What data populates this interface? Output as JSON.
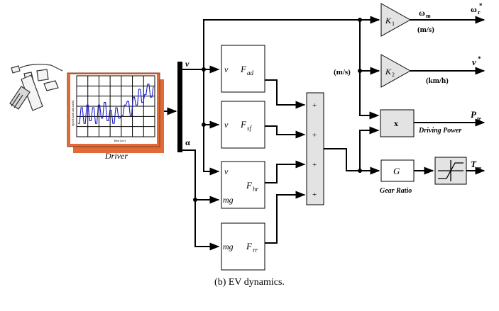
{
  "driver": {
    "label": "Driver",
    "monitor_xlabel": "Time (sec)",
    "monitor_ylabel": "Speed (kmh and km/h)",
    "trace": [
      0.2,
      0.2,
      0.5,
      0.5,
      0.2,
      0.2,
      0.55,
      0.55,
      0.25,
      0.25,
      0.5,
      0.5,
      0.2,
      0.2,
      0.55,
      0.55,
      0.3,
      0.3,
      0.6,
      0.6,
      0.25,
      0.25,
      0.45,
      0.45,
      0.2,
      0.2,
      0.5,
      0.5,
      0.3,
      0.3,
      0.35,
      0.35,
      0.55,
      0.55,
      0.62,
      0.62,
      0.35,
      0.35,
      0.7,
      0.7,
      0.55,
      0.55,
      0.85,
      0.85,
      0.6,
      0.6,
      0.75,
      0.75,
      0.95,
      0.95,
      0.7,
      0.7,
      0.9
    ]
  },
  "bus": {
    "v_label": "v",
    "alpha_label": "α"
  },
  "force_blocks": {
    "aero": {
      "input": "v",
      "name": "F",
      "sub": "ad"
    },
    "slope": {
      "input": "v",
      "name": "F",
      "sub": "sf"
    },
    "hill": {
      "input_v": "v",
      "input_mg": "mg",
      "name": "F",
      "sub": "hr"
    },
    "rolling": {
      "input": "mg",
      "name": "F",
      "sub": "rr"
    }
  },
  "sum_block": {
    "signs": [
      "+",
      "+",
      "+",
      "+"
    ]
  },
  "gains": {
    "k1": {
      "label": "K",
      "sub": "1"
    },
    "k2": {
      "label": "K",
      "sub": "2"
    }
  },
  "multiply_block": {
    "label": "x"
  },
  "gear_block": {
    "label": "G",
    "caption": "Gear Ratio"
  },
  "outputs": {
    "omega_m": {
      "label": "ω",
      "sub": "m",
      "unit": "(m/s)"
    },
    "omega_r": {
      "label": "ω",
      "sub": "r",
      "sup": "*"
    },
    "v_star": {
      "label": "v",
      "sup": "*",
      "unit": "(km/h)"
    },
    "ms_label": "(m/s)",
    "pte": {
      "label": "P",
      "sub": "te",
      "caption": "Driving Power"
    },
    "tm": {
      "label": "T",
      "sub": "m"
    }
  },
  "caption": "(b) EV dynamics."
}
